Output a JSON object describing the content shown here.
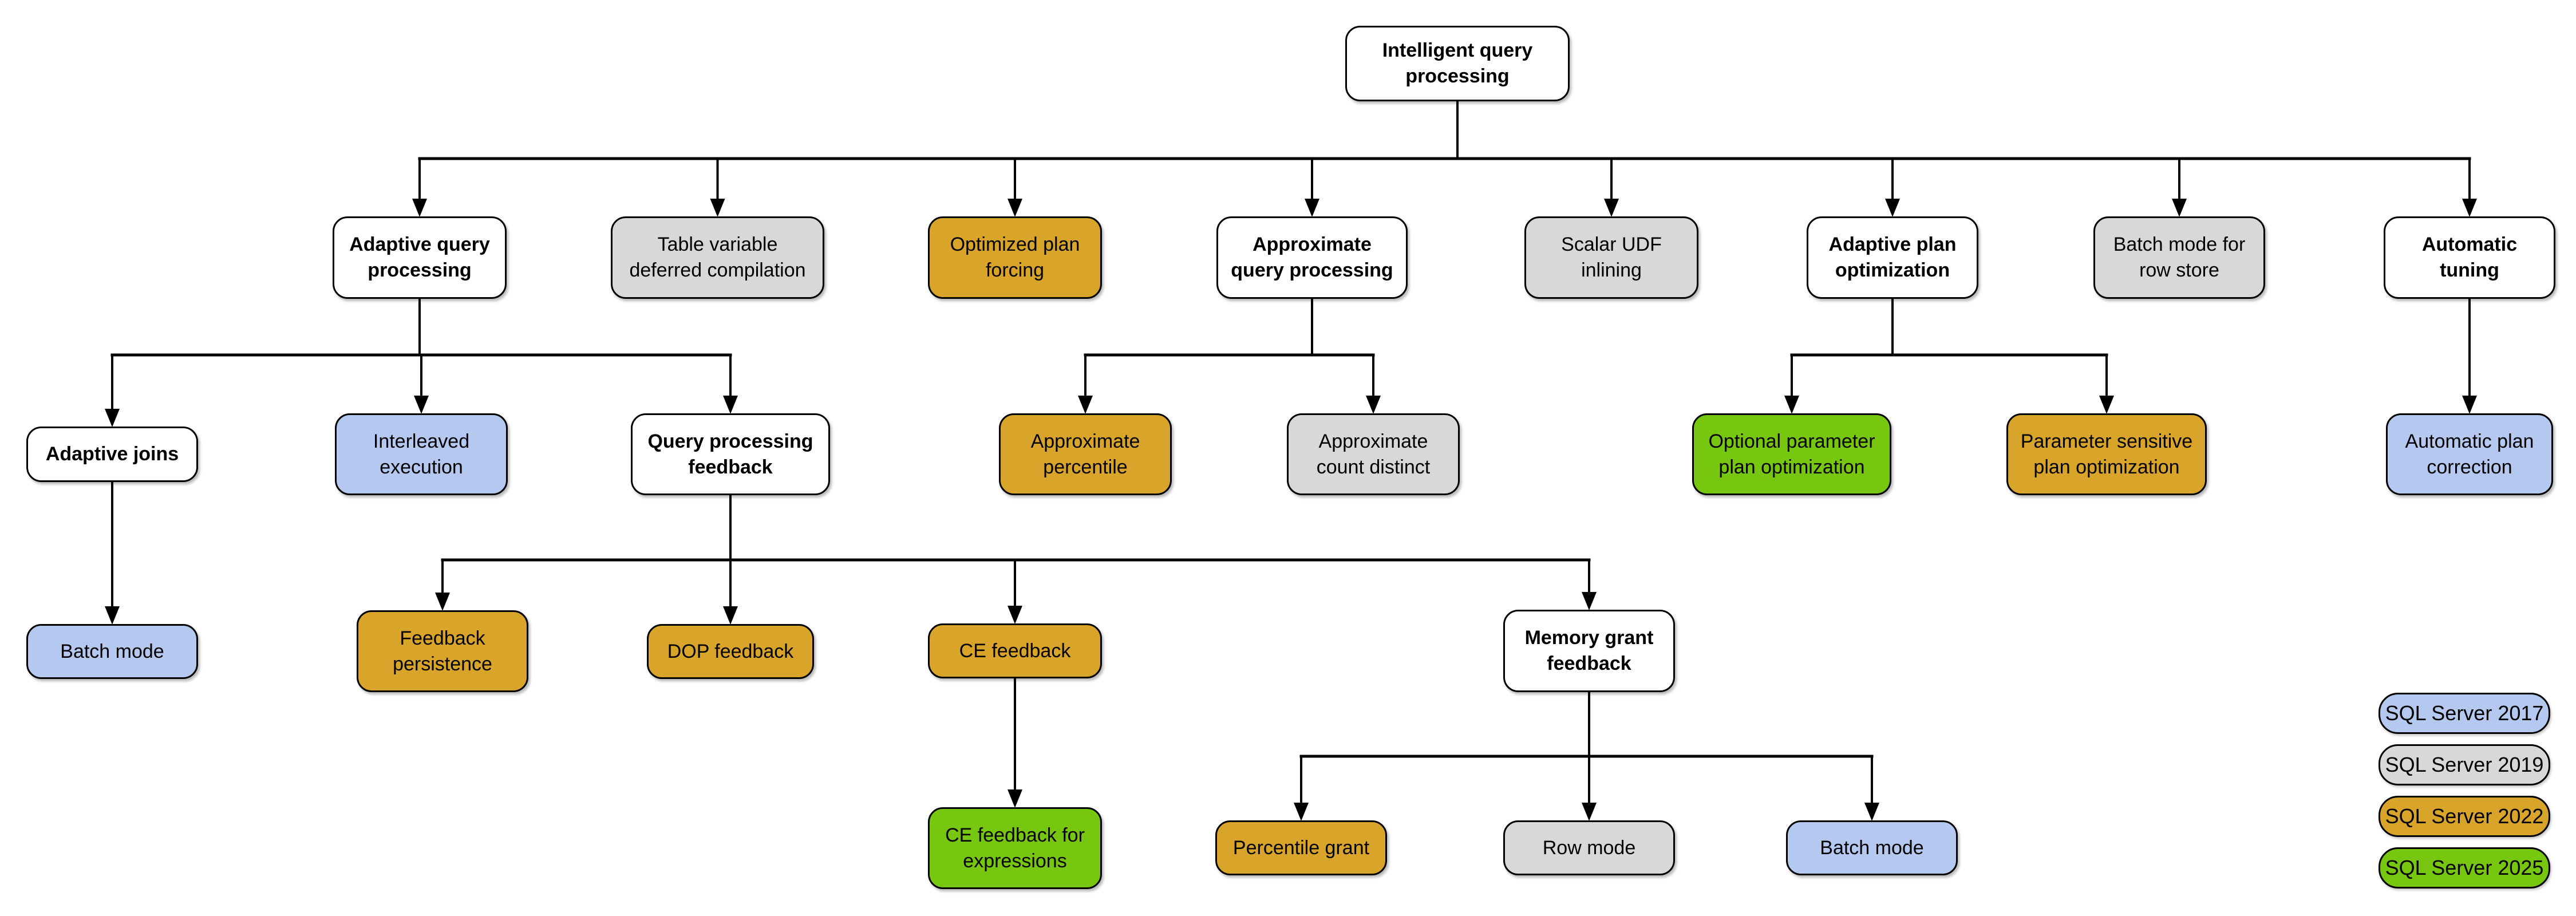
{
  "palette": {
    "white": "#FFFFFF",
    "blue": "#B5C8F0",
    "gray": "#D8D8D8",
    "gold": "#D9A42A",
    "green": "#77C60F",
    "line": "#000000"
  },
  "nodes": [
    {
      "id": "iqp",
      "label": "Intelligent query\nprocessing",
      "fill": "white",
      "emphasis": "bold"
    },
    {
      "id": "aqp",
      "label": "Adaptive query\nprocessing",
      "fill": "white",
      "emphasis": "bold"
    },
    {
      "id": "tvdc",
      "label": "Table variable\ndeferred compilation",
      "fill": "gray",
      "emphasis": "normal"
    },
    {
      "id": "opf",
      "label": "Optimized plan\nforcing",
      "fill": "gold",
      "emphasis": "normal"
    },
    {
      "id": "aqproc",
      "label": "Approximate\nquery processing",
      "fill": "white",
      "emphasis": "bold"
    },
    {
      "id": "sudf",
      "label": "Scalar UDF\ninlining",
      "fill": "gray",
      "emphasis": "normal"
    },
    {
      "id": "apo",
      "label": "Adaptive plan\noptimization",
      "fill": "white",
      "emphasis": "bold"
    },
    {
      "id": "bmrs",
      "label": "Batch mode for\nrow store",
      "fill": "gray",
      "emphasis": "normal"
    },
    {
      "id": "at",
      "label": "Automatic\ntuning",
      "fill": "white",
      "emphasis": "bold"
    },
    {
      "id": "aj",
      "label": "Adaptive joins",
      "fill": "white",
      "emphasis": "bold"
    },
    {
      "id": "ie",
      "label": "Interleaved\nexecution",
      "fill": "blue",
      "emphasis": "normal"
    },
    {
      "id": "qpf",
      "label": "Query processing\nfeedback",
      "fill": "white",
      "emphasis": "bold"
    },
    {
      "id": "ap",
      "label": "Approximate\npercentile",
      "fill": "gold",
      "emphasis": "normal"
    },
    {
      "id": "acd",
      "label": "Approximate\ncount distinct",
      "fill": "gray",
      "emphasis": "normal"
    },
    {
      "id": "oppo",
      "label": "Optional parameter\nplan optimization",
      "fill": "green",
      "emphasis": "normal"
    },
    {
      "id": "pspo",
      "label": "Parameter sensitive\nplan optimization",
      "fill": "gold",
      "emphasis": "normal"
    },
    {
      "id": "apc",
      "label": "Automatic plan\ncorrection",
      "fill": "blue",
      "emphasis": "normal"
    },
    {
      "id": "bm1",
      "label": "Batch mode",
      "fill": "blue",
      "emphasis": "normal"
    },
    {
      "id": "fp",
      "label": "Feedback\npersistence",
      "fill": "gold",
      "emphasis": "normal"
    },
    {
      "id": "dop",
      "label": "DOP feedback",
      "fill": "gold",
      "emphasis": "normal"
    },
    {
      "id": "cef",
      "label": "CE feedback",
      "fill": "gold",
      "emphasis": "normal"
    },
    {
      "id": "mgf",
      "label": "Memory grant\nfeedback",
      "fill": "white",
      "emphasis": "bold"
    },
    {
      "id": "cefe",
      "label": "CE feedback for\nexpressions",
      "fill": "green",
      "emphasis": "normal"
    },
    {
      "id": "pg",
      "label": "Percentile grant",
      "fill": "gold",
      "emphasis": "normal"
    },
    {
      "id": "rm",
      "label": "Row mode",
      "fill": "gray",
      "emphasis": "normal"
    },
    {
      "id": "bm2",
      "label": "Batch mode",
      "fill": "blue",
      "emphasis": "normal"
    }
  ],
  "edges": [
    {
      "from": "iqp",
      "to": [
        "aqp",
        "tvdc",
        "opf",
        "aqproc",
        "sudf",
        "apo",
        "bmrs",
        "at"
      ]
    },
    {
      "from": "aqp",
      "to": [
        "aj",
        "ie",
        "qpf"
      ]
    },
    {
      "from": "aqproc",
      "to": [
        "ap",
        "acd"
      ]
    },
    {
      "from": "apo",
      "to": [
        "oppo",
        "pspo"
      ]
    },
    {
      "from": "at",
      "to": [
        "apc"
      ]
    },
    {
      "from": "aj",
      "to": [
        "bm1"
      ]
    },
    {
      "from": "qpf",
      "to": [
        "fp",
        "dop",
        "cef",
        "mgf"
      ]
    },
    {
      "from": "cef",
      "to": [
        "cefe"
      ]
    },
    {
      "from": "mgf",
      "to": [
        "pg",
        "rm",
        "bm2"
      ]
    }
  ],
  "legend": [
    {
      "label": "SQL Server 2017",
      "fill": "blue"
    },
    {
      "label": "SQL Server 2019",
      "fill": "gray"
    },
    {
      "label": "SQL Server 2022",
      "fill": "gold"
    },
    {
      "label": "SQL Server 2025",
      "fill": "green"
    }
  ]
}
